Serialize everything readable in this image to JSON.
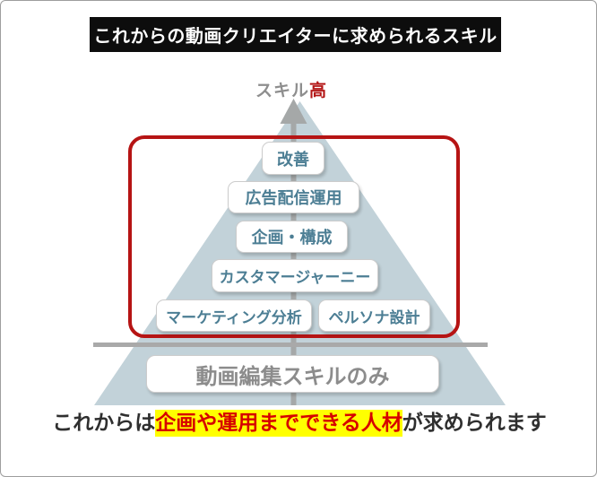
{
  "header": {
    "title": "これからの動画クリエイターに求められるスキル",
    "bg": "#0d0d0d",
    "color": "#ffffff"
  },
  "axis": {
    "prefix": "スキル",
    "emphasis": "高",
    "prefix_color": "#8e8e8e",
    "emphasis_color": "#b31515"
  },
  "pyramid": {
    "fill": "#c2d2d9",
    "arrow_color": "#a5a8a8",
    "divider_color": "#a9a9a9",
    "label_color": "#4c7e94",
    "base_label_color": "#8c8c8c",
    "levels": [
      "改善",
      "広告配信運用",
      "企画・構成",
      "カスタマージャーニー",
      "マーケティング分析",
      "ペルソナ設計"
    ],
    "base_level": "動画編集スキルのみ"
  },
  "highlight_outline": {
    "color": "#b61414"
  },
  "footer": {
    "prefix": "これからは",
    "highlight": "企画や運用までできる人材",
    "suffix": "が求められます",
    "highlight_color": "#d60000",
    "highlight_bg": "#ffff00",
    "text_color": "#2f2f2f"
  }
}
